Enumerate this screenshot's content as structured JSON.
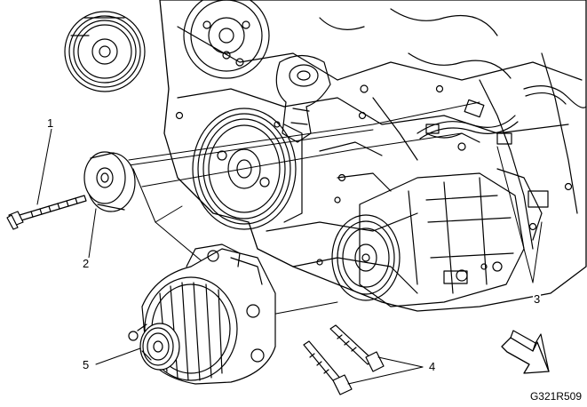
{
  "callouts": [
    "1",
    "2",
    "3",
    "4",
    "5"
  ],
  "figure_code": "G321R509",
  "colors": {
    "ink": "#000000",
    "paper": "#ffffff"
  }
}
